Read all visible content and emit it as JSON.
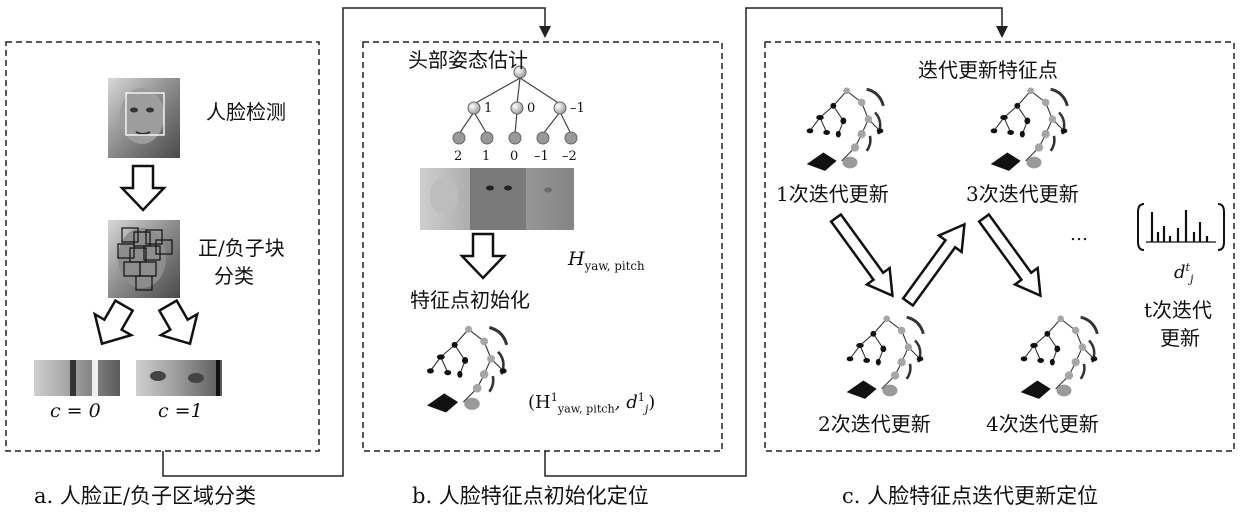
{
  "panel_a": {
    "detect_label": "人脸检测",
    "classify_line1": "正/负子块",
    "classify_line2": "分类",
    "c0": "c = 0",
    "c1": "c =1",
    "caption": "a. 人脸正/负子区域分类"
  },
  "panel_b": {
    "title": "头部姿态估计",
    "level1": [
      "1",
      "0",
      "–1"
    ],
    "level2": [
      "2",
      "1",
      "0",
      "–1",
      "–2"
    ],
    "h_symbol": "H",
    "h_sub": "yaw, pitch",
    "init_label": "特征点初始化",
    "init_formula_open": "(H",
    "init_formula_sup": "1",
    "init_formula_sub": "yaw, pitch",
    "init_formula_mid": ", d",
    "init_formula_sup2": "1",
    "init_formula_sub2": "j",
    "init_formula_close": ")",
    "caption": "b. 人脸特征点初始化定位"
  },
  "panel_c": {
    "title": "迭代更新特征点",
    "iter1": "1次迭代更新",
    "iter2": "2次迭代更新",
    "iter3": "3次迭代更新",
    "iter4": "4次迭代更新",
    "ellipsis": "…",
    "d_symbol": "d",
    "d_sup": "t",
    "d_sub": "j",
    "t_line1": "t次迭代",
    "t_line2": "更新",
    "caption": "c. 人脸特征点迭代更新定位"
  }
}
